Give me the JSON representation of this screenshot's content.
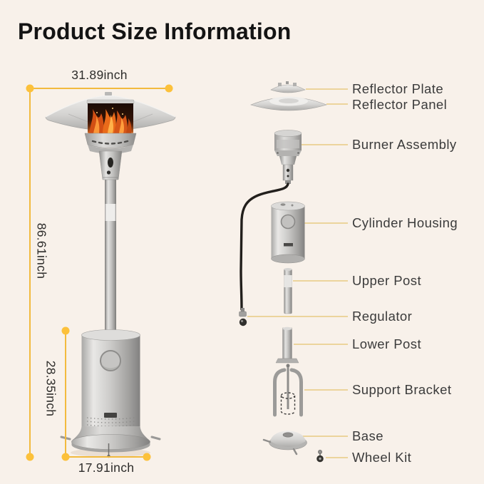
{
  "title": "Product Size Information",
  "dimensions": {
    "width_top": "31.89inch",
    "height_total": "86.61inch",
    "height_cylinder": "28.35inch",
    "width_base": "17.91inch"
  },
  "parts": [
    {
      "label": "Reflector Plate"
    },
    {
      "label": "Reflector Panel"
    },
    {
      "label": "Burner Assembly"
    },
    {
      "label": "Cylinder Housing"
    },
    {
      "label": "Upper Post"
    },
    {
      "label": "Regulator"
    },
    {
      "label": "Lower Post"
    },
    {
      "label": "Support Bracket"
    },
    {
      "label": "Base"
    },
    {
      "label": "Wheel Kit"
    }
  ],
  "colors": {
    "background": "#F8F1EA",
    "dimension_accent": "#F2BA3E",
    "dimension_dot": "#FCC13B",
    "leader_line": "#E7CA82",
    "label_text": "#3B3B3B",
    "title_text": "#141414",
    "flame_orange": "#EA6B1A"
  }
}
